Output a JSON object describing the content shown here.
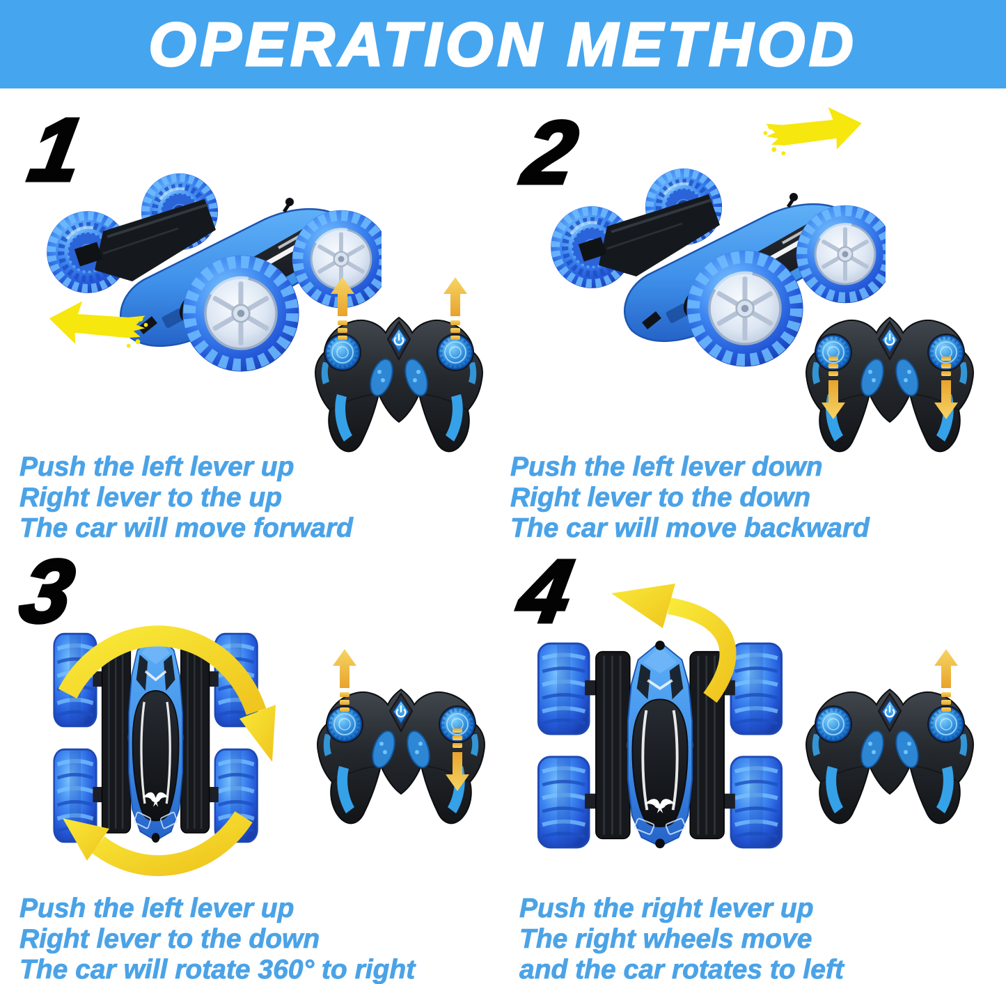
{
  "header": {
    "title": "OPERATION METHOD"
  },
  "colors": {
    "banner_bg": "#45A5EF",
    "title_text": "#FFFFFF",
    "instruction_text": "#4BA3E7",
    "step_number": "#030303",
    "car_motion_arrow_yellow": "#F6E70E",
    "lever_arrow_gold": "#EFB83C",
    "car_body_blue": "#3E8FE9",
    "tire_blue": "#2E6FE8",
    "controller_body": "#2A2E34",
    "controller_accent_blue": "#35A1E8"
  },
  "steps": [
    {
      "number": "1",
      "car_view": "side",
      "car_motion_arrow": "down-left",
      "controller": {
        "left_lever_arrow": "up",
        "right_lever_arrow": "up"
      },
      "instructions": [
        "Push the left lever up",
        "Right lever to the up",
        "The car will move forward"
      ]
    },
    {
      "number": "2",
      "car_view": "side",
      "car_motion_arrow": "up-right",
      "controller": {
        "left_lever_arrow": "down",
        "right_lever_arrow": "down"
      },
      "instructions": [
        "Push the left lever down",
        "Right lever to the down",
        "The car will move backward"
      ]
    },
    {
      "number": "3",
      "car_view": "top",
      "car_motion_arrow": "rotate-clockwise",
      "controller": {
        "left_lever_arrow": "up",
        "right_lever_arrow": "down"
      },
      "instructions": [
        "Push the left lever up",
        "Right lever to the down",
        "The car will rotate 360° to right"
      ]
    },
    {
      "number": "4",
      "car_view": "top",
      "car_motion_arrow": "curve-up-left",
      "controller": {
        "left_lever_arrow": "none",
        "right_lever_arrow": "up"
      },
      "instructions": [
        "Push the right lever up",
        "The right wheels move",
        "and the car rotates to left"
      ]
    }
  ]
}
